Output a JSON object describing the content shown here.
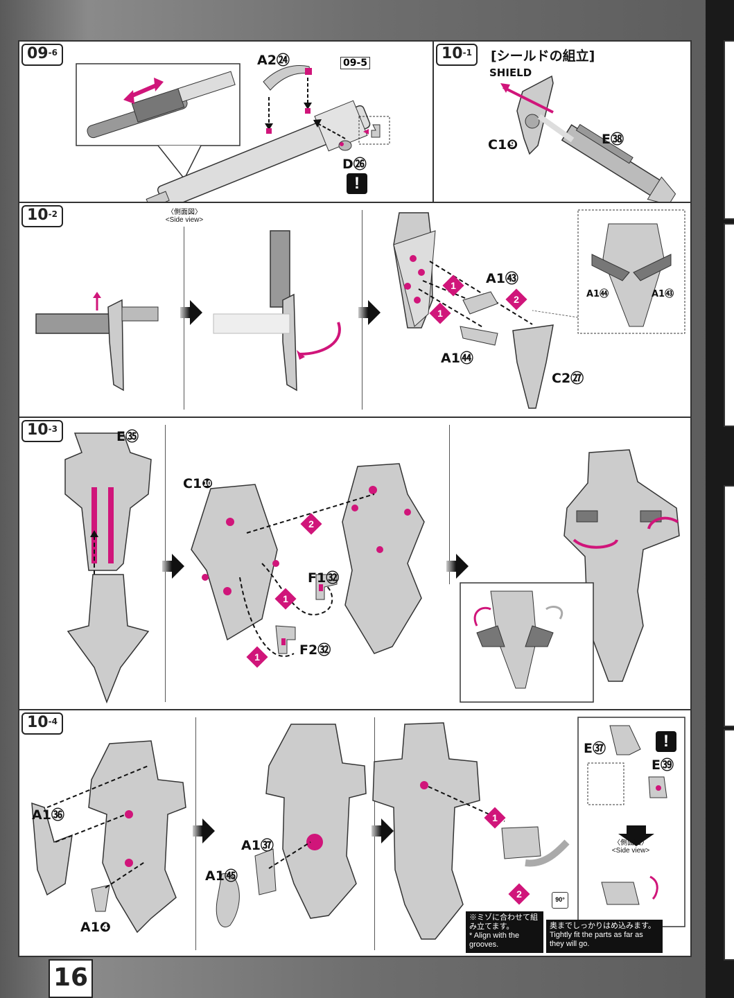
{
  "page_number": "16",
  "colors": {
    "accent": "#d0157a",
    "part": "#c9c9c9",
    "outline": "#333333"
  },
  "steps": {
    "s09_6": {
      "tag": "09",
      "sub": "-6",
      "ref_tag": "09-5",
      "parts": {
        "a2": "A2㉔",
        "d": "D㉖"
      },
      "warning_icon": "exclamation-icon"
    },
    "s10_1": {
      "tag": "10",
      "sub": "-1",
      "title_ja": "[シールドの組立]",
      "title_en": "SHIELD",
      "parts": {
        "c1": "C1❾",
        "e": "E㊳"
      }
    },
    "s10_2": {
      "tag": "10",
      "sub": "-2",
      "side_view_ja": "〈側面図〉",
      "side_view_en": "<Side view>",
      "parts": {
        "a1_43": "A1㊸",
        "a1_44": "A1㊹",
        "c2": "C2㉗",
        "inset_a1_44": "A1㊹",
        "inset_a1_43": "A1㊸"
      },
      "badges": [
        "1",
        "1",
        "2"
      ]
    },
    "s10_3": {
      "tag": "10",
      "sub": "-3",
      "parts": {
        "e35": "E㉟",
        "c10": "C1❿",
        "f1": "F1㉜",
        "f2": "F2㉜"
      },
      "badges": [
        "2",
        "1",
        "1"
      ]
    },
    "s10_4": {
      "tag": "10",
      "sub": "-4",
      "parts": {
        "a1_36": "A1㊱",
        "a1_4": "A1❹",
        "a1_37": "A1㊲",
        "a1_45": "A1㊺",
        "e37": "E㊲",
        "e39": "E㊴"
      },
      "side_view_ja": "〈側面図〉",
      "side_view_en": "<Side view>",
      "badges": [
        "1",
        "2"
      ],
      "note1_ja": "※ミゾに合わせて組み立てます。",
      "note1_en": "* Align with the grooves.",
      "note2_ja": "奥までしっかりはめ込みます。",
      "note2_en": "Tightly fit the parts as far as they will go.",
      "rotate_label": "90°",
      "warning_icon": "exclamation-icon"
    }
  }
}
